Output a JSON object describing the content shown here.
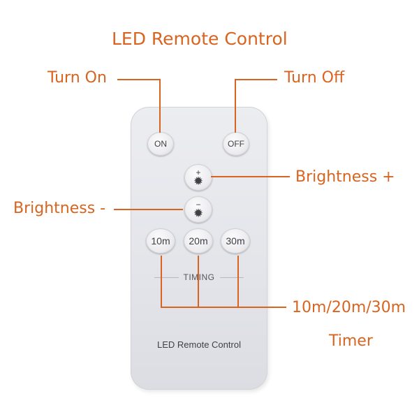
{
  "title": "LED Remote Control",
  "callouts": {
    "turn_on": "Turn On",
    "turn_off": "Turn Off",
    "brightness_up": "Brightness +",
    "brightness_down": "Brightness -",
    "timer_values": "10m/20m/30m",
    "timer": "Timer"
  },
  "remote": {
    "on_label": "ON",
    "off_label": "OFF",
    "brightness_up_sign": "+",
    "brightness_down_sign": "−",
    "timer_buttons": [
      "10m",
      "20m",
      "30m"
    ],
    "timing_label": "TIMING",
    "body_label": "LED Remote Control"
  },
  "colors": {
    "callout": "#d86420",
    "remote_body": "#e6e7eb"
  },
  "icons": {
    "brightness": "sun-icon"
  }
}
